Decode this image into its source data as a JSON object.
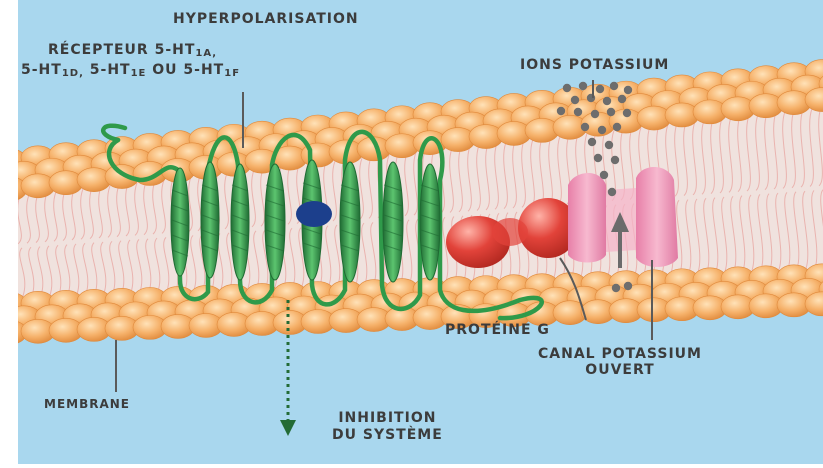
{
  "labels": {
    "title": "HYPERPOLARISATION",
    "receptor_line1": "RÉCEPTEUR 5-HT",
    "receptor_line1_sub": "1A,",
    "receptor_line2": [
      {
        "text": "5-HT",
        "sub": "1D,"
      },
      {
        "text": " 5-HT",
        "sub": "1E"
      },
      {
        "text": " OU 5-HT",
        "sub": "1F"
      }
    ],
    "ions": "IONS POTASSIUM",
    "protein_g": "PROTÉINE G",
    "channel_line1": "CANAL POTASSIUM",
    "channel_line2": "OUVERT",
    "membrane": "MEMBRANE",
    "inhibition_line1": "INHIBITION",
    "inhibition_line2": "DU SYSTÈME"
  },
  "colors": {
    "background_band": "#a9d7ee",
    "lipid_head": "#f6b26b",
    "lipid_head_dark": "#e59042",
    "lipid_tail": "#e8a7a2",
    "receptor": "#2f9a4a",
    "receptor_dark": "#1f6b33",
    "ligand": "#1c3f8c",
    "protein_g": "#e2433a",
    "channel": "#f2a0bd",
    "ions": "#6d6d6d",
    "label_text": "#3c3c3c"
  }
}
